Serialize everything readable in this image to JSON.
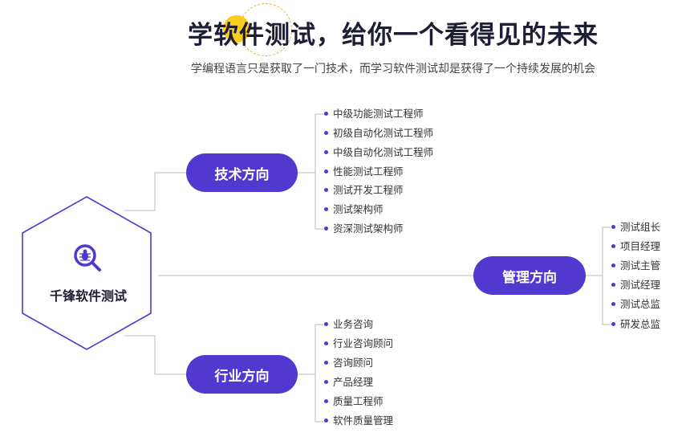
{
  "header": {
    "title": "学软件测试，给你一个看得见的未来",
    "subtitle": "学编程语言只是获取了一门技术，而学习软件测试却是获得了一个持续发展的机会"
  },
  "center": {
    "label": "千锋软件测试",
    "icon": "bug-search-icon"
  },
  "branches": [
    {
      "label": "技术方向",
      "items": [
        "中级功能测试工程师",
        "初级自动化测试工程师",
        "中级自动化测试工程师",
        "性能测试工程师",
        "测试开发工程师",
        "测试架构师",
        "资深测试架构师"
      ]
    },
    {
      "label": "管理方向",
      "items": [
        "测试组长",
        "项目经理",
        "测试主管",
        "测试经理",
        "测试总监",
        "研发总监"
      ]
    },
    {
      "label": "行业方向",
      "items": [
        "业务咨询",
        "行业咨询顾问",
        "咨询顾问",
        "产品经理",
        "质量工程师",
        "软件质量管理"
      ]
    }
  ],
  "colors": {
    "accent": "#5238cf",
    "title": "#1d1d35",
    "highlight": "#f7cf1a",
    "line": "#bbbbbb"
  }
}
